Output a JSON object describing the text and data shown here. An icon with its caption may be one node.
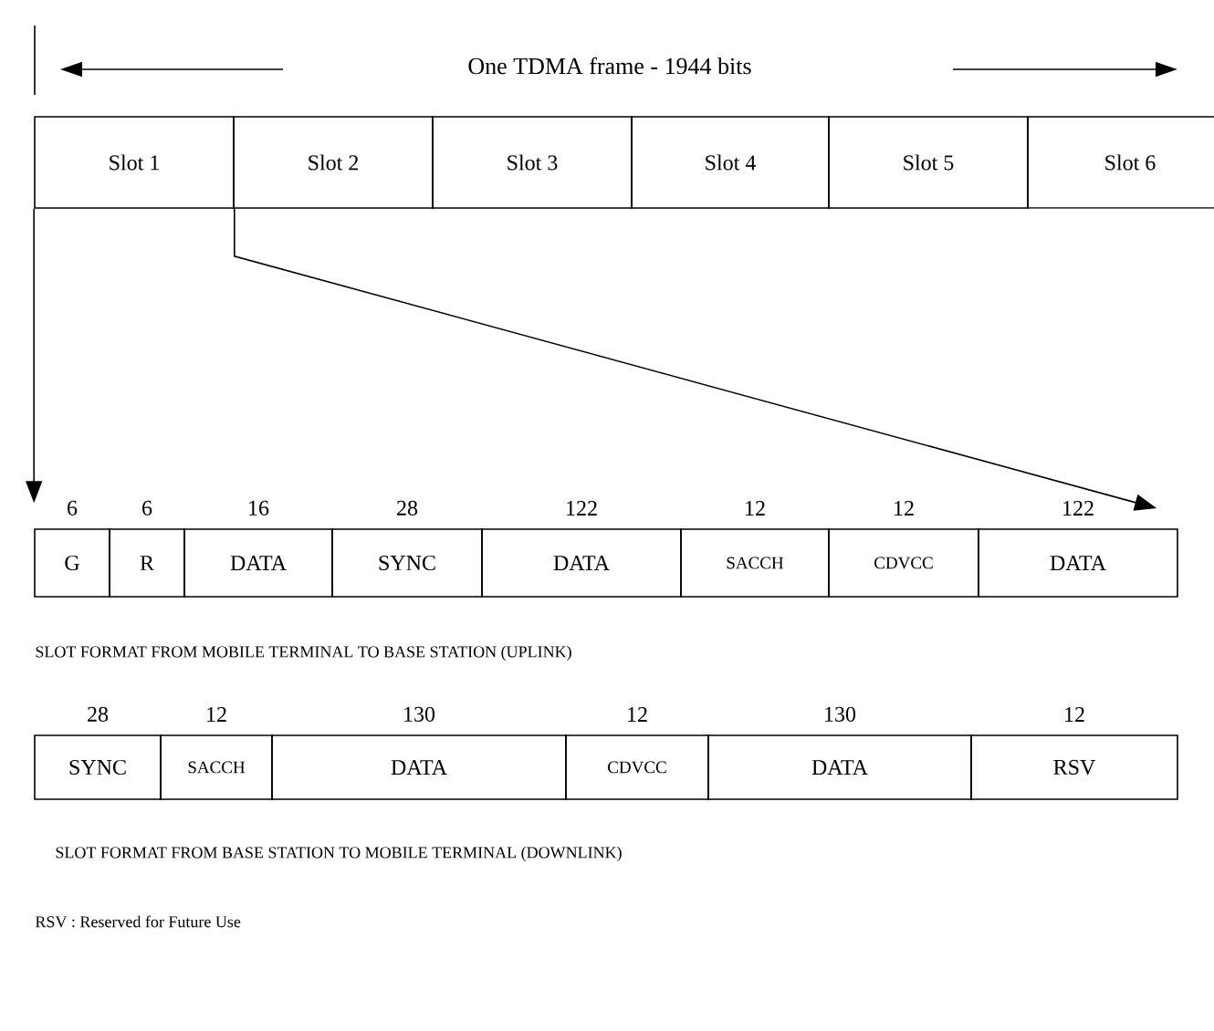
{
  "diagram": {
    "nodes": [
      {
        "text": [
          "Slot 1"
        ]
      },
      {
        "text": [
          "Slot 2"
        ]
      },
      {
        "text": [
          "Slot 3"
        ]
      },
      {
        "text": [
          "Slot 4"
        ]
      },
      {
        "text": [
          "Slot 5"
        ]
      },
      {
        "text": [
          "Slot 6"
        ]
      },
      {
        "text": [
          "G"
        ],
        "beside": [
          "6"
        ]
      },
      {
        "text": [
          "R"
        ],
        "beside": [
          "6"
        ]
      },
      {
        "text": [
          "DATA"
        ],
        "beside": [
          "16"
        ]
      },
      {
        "text": [
          "SYNC"
        ],
        "beside": [
          "28"
        ]
      },
      {
        "text": [
          "DATA"
        ],
        "beside": [
          "122"
        ]
      },
      {
        "text": [
          "SACCH"
        ],
        "beside": [
          "12"
        ]
      },
      {
        "text": [
          "CDVCC"
        ],
        "beside": [
          "12"
        ]
      },
      {
        "text": [
          "DATA"
        ],
        "beside": [
          "122"
        ]
      },
      {
        "text": [
          "SYNC"
        ],
        "beside": [
          "28"
        ]
      },
      {
        "text": [
          "SACCH"
        ],
        "beside": [
          "12"
        ]
      },
      {
        "text": [
          "DATA"
        ],
        "beside": [
          "130"
        ]
      },
      {
        "text": [
          "CDVCC"
        ],
        "beside": [
          "12"
        ]
      },
      {
        "text": [
          "DATA"
        ],
        "beside": [
          "130"
        ]
      },
      {
        "text": [
          "RSV"
        ],
        "beside": [
          "12"
        ]
      }
    ],
    "edges": [
      {
        "from": 0,
        "to": 6,
        "arrow": "to"
      },
      {
        "from": 0,
        "to": 13,
        "arrow": "to"
      }
    ],
    "labels": [
      "One TDMA frame - 1944 bits",
      "SLOT FORMAT FROM MOBILE TERMINAL TO BASE STATION (UPLINK)",
      "SLOT FORMAT FROM BASE STATION TO MOBILE TERMINAL (DOWNLINK)",
      "RSV : Reserved for Future Use"
    ]
  }
}
